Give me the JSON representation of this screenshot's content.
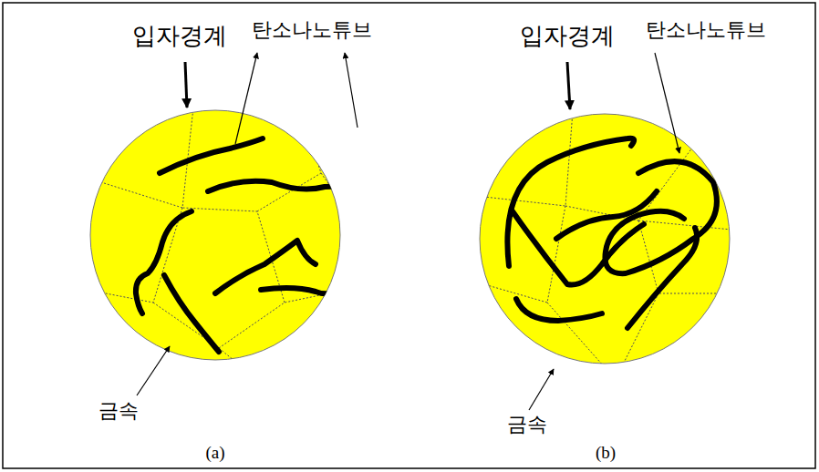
{
  "diagram": {
    "labels": [
      "입자경계",
      "탄소나노튜브",
      "금속",
      "(a)",
      "입자경계",
      "탄소나노튜브",
      "금속",
      "(b)"
    ]
  }
}
